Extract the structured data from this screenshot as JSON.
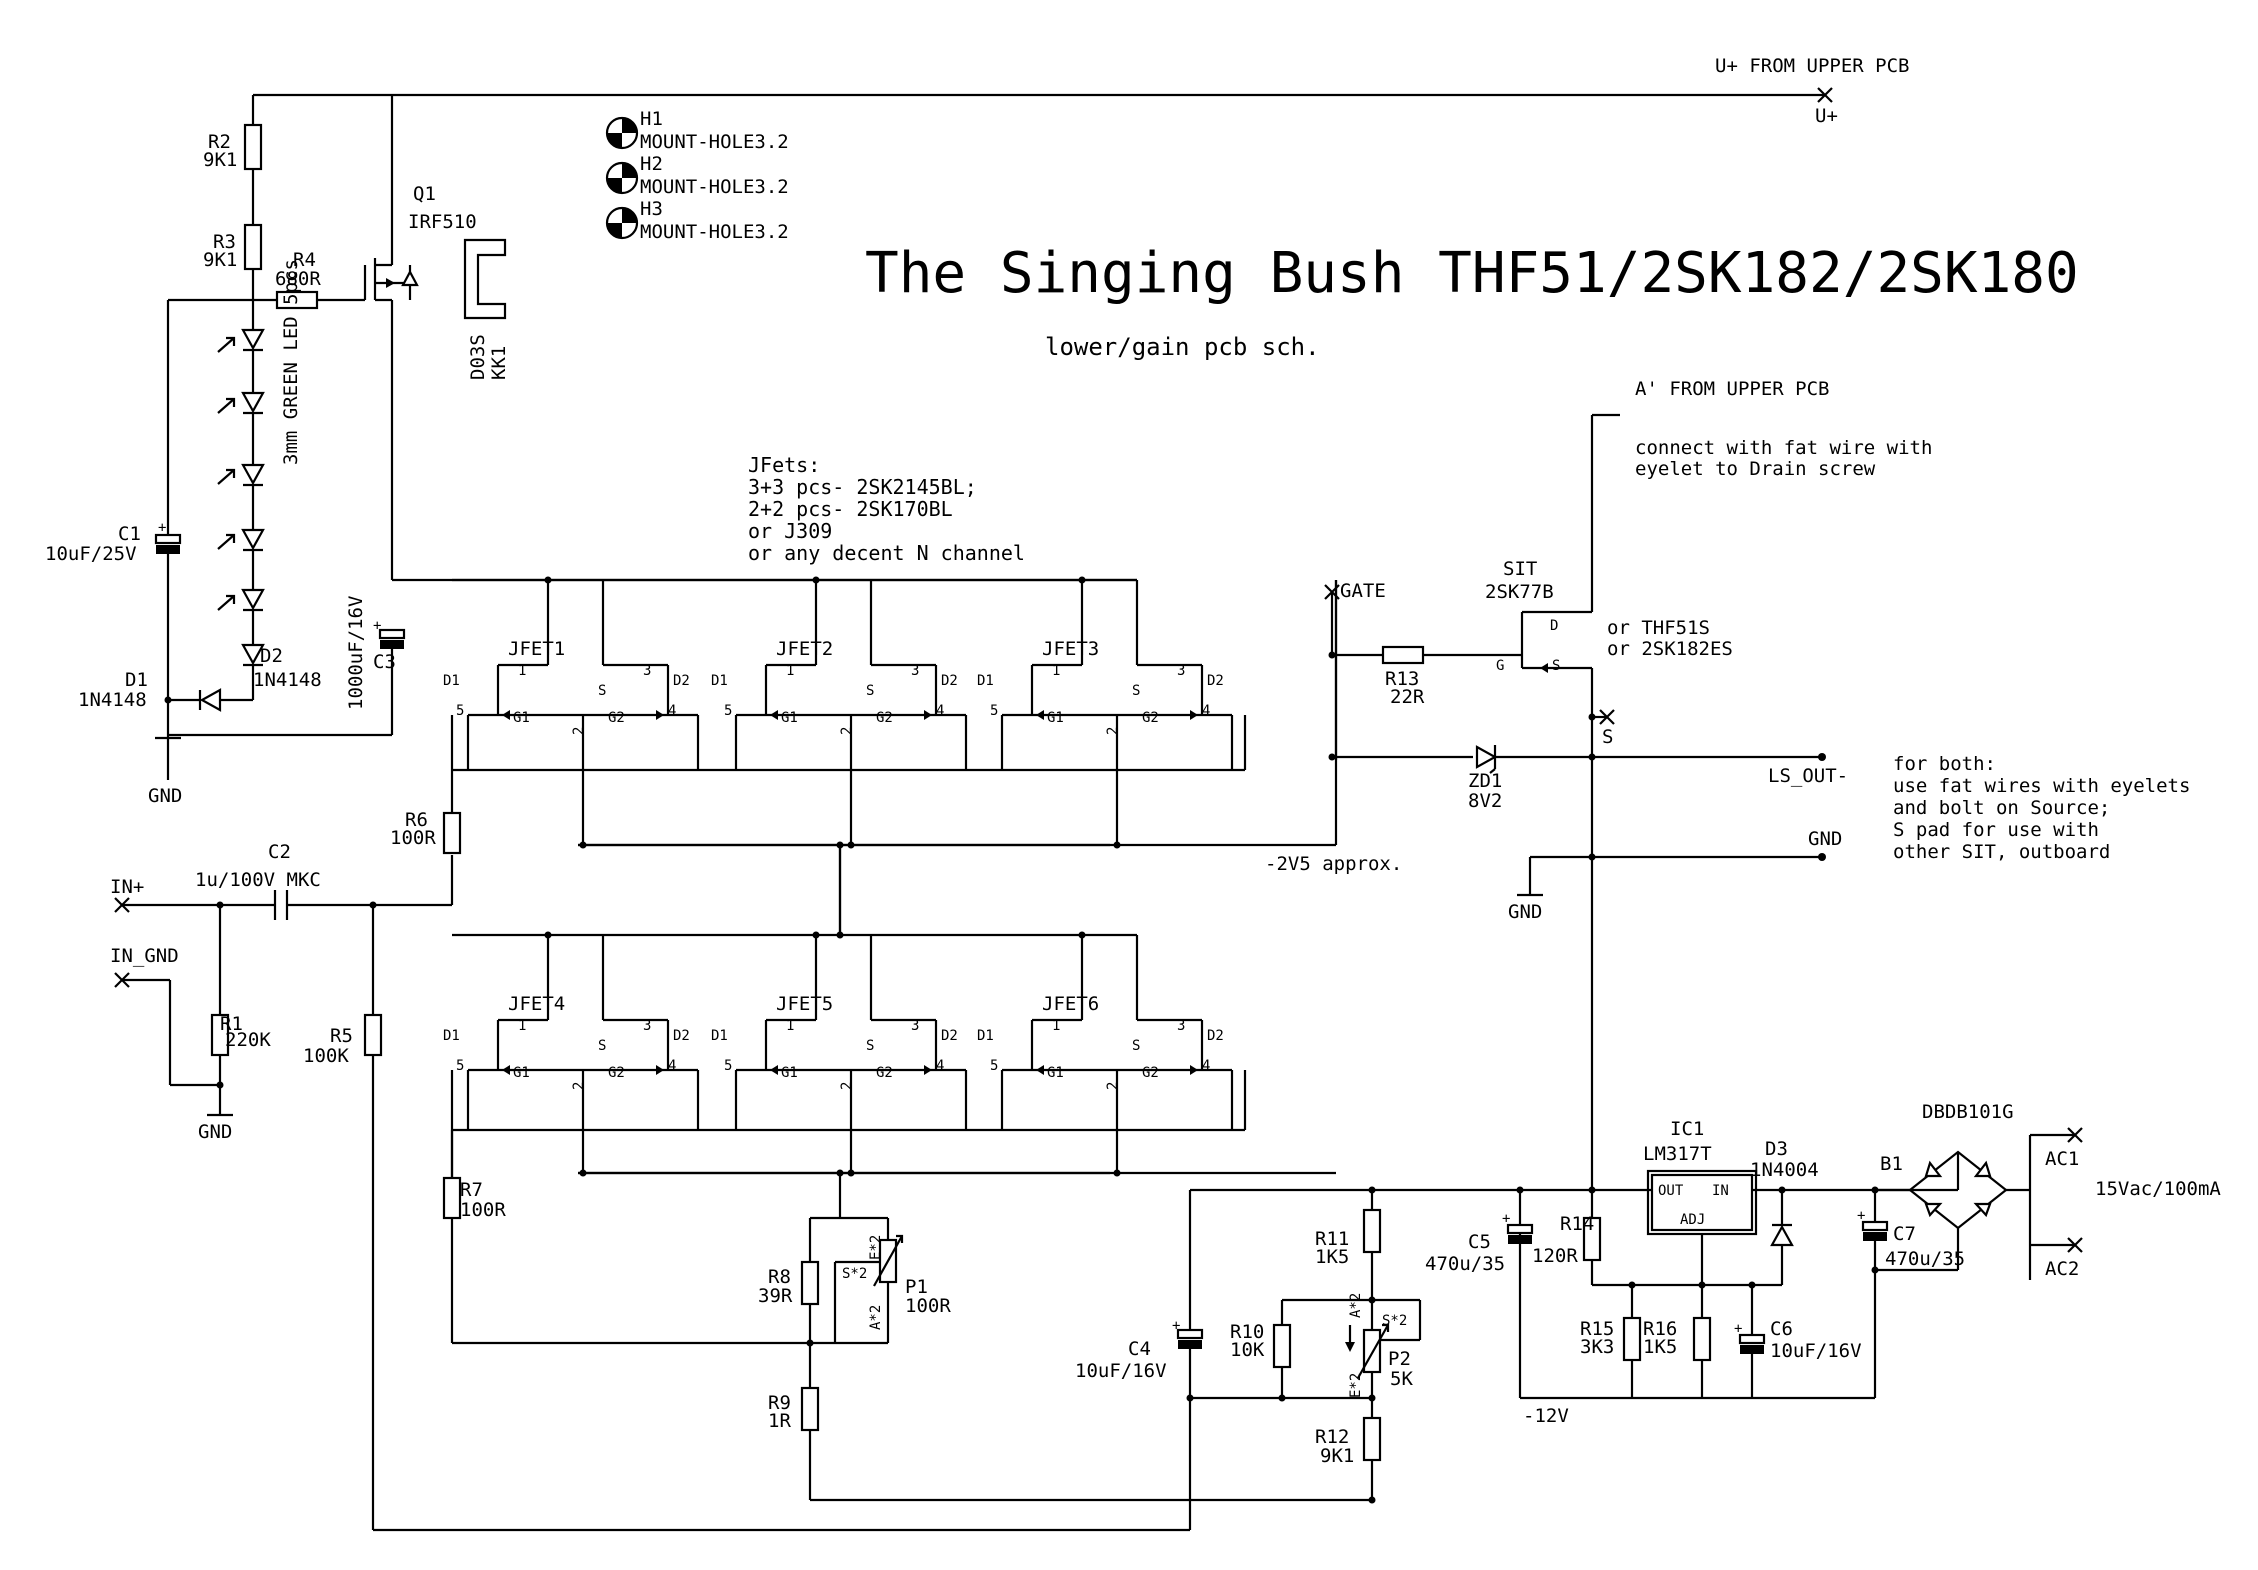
{
  "title": "The Singing Bush THF51/2SK182/2SK180",
  "subtitle": "lower/gain pcb sch.",
  "ports": {
    "u_plus_from": "U+ FROM UPPER PCB",
    "u_plus": "U+",
    "a_from": "A' FROM UPPER PCB",
    "in_plus": "IN+",
    "in_gnd": "IN_GND",
    "gate": "GATE",
    "s": "S",
    "ls_out": "LS_OUT-",
    "gnd": "GND",
    "ac1": "AC1",
    "ac2": "AC2"
  },
  "notes": {
    "a_connect_1": "connect with fat wire with",
    "a_connect_2": "eyelet to Drain screw",
    "jfets_1": "JFets:",
    "jfets_2": "3+3 pcs- 2SK2145BL;",
    "jfets_3": "2+2 pcs- 2SK170BL",
    "jfets_4": "or J309",
    "jfets_5": "or any decent N channel",
    "sit_alt_1": "or THF51S",
    "sit_alt_2": "or 2SK182ES",
    "for_both_1": "for both:",
    "for_both_2": "use fat wires with eyelets",
    "for_both_3": "and bolt on Source;",
    "for_both_4": "S pad  for use with",
    "for_both_5": "other SIT, outboard",
    "minus_2v5": "-2V5 approx.",
    "minus_12v": "-12V",
    "ac_voltage": "15Vac/100mA",
    "led_string": "3mm GREEN LED 5pcs"
  },
  "mount_holes": [
    {
      "ref": "H1",
      "value": "MOUNT-HOLE3.2"
    },
    {
      "ref": "H2",
      "value": "MOUNT-HOLE3.2"
    },
    {
      "ref": "H3",
      "value": "MOUNT-HOLE3.2"
    }
  ],
  "components": {
    "q1": {
      "ref": "Q1",
      "value": "IRF510"
    },
    "kk1": {
      "ref": "KK1",
      "value": "D03S"
    },
    "r1": {
      "ref": "R1",
      "value": "220K"
    },
    "r2": {
      "ref": "R2",
      "value": "9K1"
    },
    "r3": {
      "ref": "R3",
      "value": "9K1"
    },
    "r4": {
      "ref": "R4",
      "value": "680R"
    },
    "r5": {
      "ref": "R5",
      "value": "100K"
    },
    "r6": {
      "ref": "R6",
      "value": "100R"
    },
    "r7": {
      "ref": "R7",
      "value": "100R"
    },
    "r8": {
      "ref": "R8",
      "value": "39R"
    },
    "r9": {
      "ref": "R9",
      "value": "1R"
    },
    "r10": {
      "ref": "R10",
      "value": "10K"
    },
    "r11": {
      "ref": "R11",
      "value": "1K5"
    },
    "r12": {
      "ref": "R12",
      "value": "9K1"
    },
    "r13": {
      "ref": "R13",
      "value": "22R"
    },
    "r14": {
      "ref": "R14",
      "value": "120R"
    },
    "r15": {
      "ref": "R15",
      "value": "3K3"
    },
    "r16": {
      "ref": "R16",
      "value": "1K5"
    },
    "c1": {
      "ref": "C1",
      "value": "10uF/25V"
    },
    "c2": {
      "ref": "C2",
      "value": "1u/100V MKC"
    },
    "c3": {
      "ref": "C3",
      "value": "1000uF/16V"
    },
    "c4": {
      "ref": "C4",
      "value": "10uF/16V"
    },
    "c5": {
      "ref": "C5",
      "value": "470u/35"
    },
    "c6": {
      "ref": "C6",
      "value": "10uF/16V"
    },
    "c7": {
      "ref": "C7",
      "value": "470u/35"
    },
    "d1": {
      "ref": "D1",
      "value": "1N4148"
    },
    "d2": {
      "ref": "D2",
      "value": "1N4148"
    },
    "d3": {
      "ref": "D3",
      "value": "1N4004"
    },
    "zd1": {
      "ref": "ZD1",
      "value": "8V2"
    },
    "ic1": {
      "ref": "IC1",
      "value": "LM317T",
      "pin_out": "OUT",
      "pin_in": "IN",
      "pin_adj": "ADJ"
    },
    "b1": {
      "ref": "B1",
      "value": "DBDB101G"
    },
    "sit": {
      "ref": "SIT",
      "value": "2SK77B",
      "pin_d": "D",
      "pin_g": "G",
      "pin_s": "S"
    },
    "p1": {
      "ref": "P1",
      "value": "100R",
      "pin_s": "S*2",
      "pin_e": "E*2",
      "pin_a": "A*2"
    },
    "p2": {
      "ref": "P2",
      "value": "5K",
      "pin_s": "S*2",
      "pin_e": "E*2",
      "pin_a": "A*2"
    }
  },
  "jfets": [
    {
      "ref": "JFET1"
    },
    {
      "ref": "JFET2"
    },
    {
      "ref": "JFET3"
    },
    {
      "ref": "JFET4"
    },
    {
      "ref": "JFET5"
    },
    {
      "ref": "JFET6"
    }
  ],
  "jfet_pins": {
    "d1": "D1",
    "d2": "D2",
    "s": "S",
    "g1": "G1",
    "g2": "G2",
    "p1": "1",
    "p2": "2",
    "p3": "3",
    "p4": "4",
    "p5": "5"
  }
}
